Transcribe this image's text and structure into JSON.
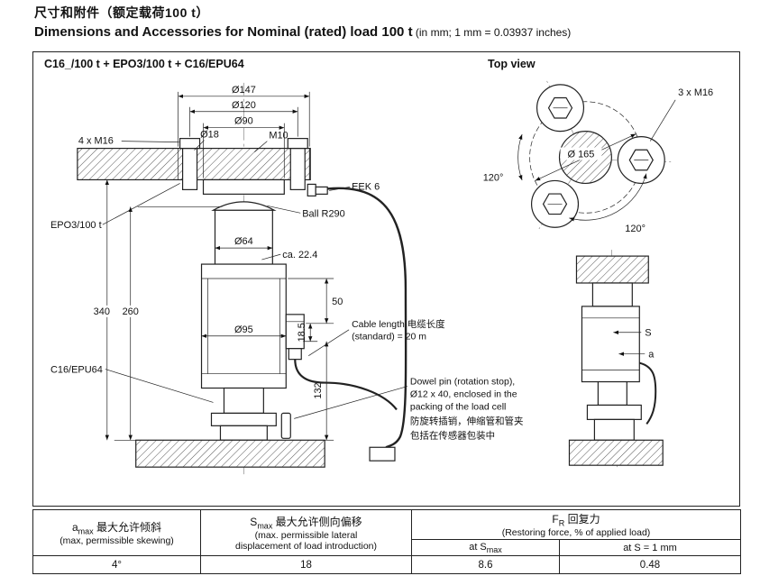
{
  "page": {
    "title_zh": "尺寸和附件（额定载荷100 t）",
    "title_en": "Dimensions and Accessories for Nominal (rated) load 100 t",
    "title_note": " (in mm; 1 mm = 0.03937 inches)"
  },
  "drawing": {
    "assembly_label": "C16_/100 t + EPO3/100 t + C16/EPU64",
    "top_view_label": "Top view",
    "dims": {
      "d147": "Ø147",
      "d120": "Ø120",
      "d90": "Ø90",
      "d18": "Ø18",
      "bolts": "4 x M16",
      "m10": "M10",
      "eek6": "EEK 6",
      "ball": "Ball R290",
      "epo3": "EPO3/100 t",
      "d64": "Ø64",
      "ca224": "ca. 22.4",
      "h340": "340",
      "h260": "260",
      "d95": "Ø95",
      "h50": "50",
      "h185": "18.5",
      "h132": "132",
      "epu64": "C16/EPU64"
    },
    "notes": {
      "cable_line1": "Cable length 电缆长度",
      "cable_line2": "(standard) = 20 m",
      "dowel_line1": "Dowel pin (rotation stop),",
      "dowel_line2": "Ø12 x 40, enclosed in the",
      "dowel_line3": "packing of the load cell",
      "dowel_zh1": "防旋转插销，伸缩管和管夹",
      "dowel_zh2": "包括在传感器包装中"
    },
    "top_view": {
      "bolts": "3 x M16",
      "d165": "Ø 165",
      "angle_left": "120°",
      "angle_right": "120°"
    },
    "side_view": {
      "s": "S",
      "a": "a"
    }
  },
  "table": {
    "col_skew": {
      "sym": "a",
      "sub": "max",
      "zh": "最大允许倾斜",
      "en": "(max, permissible skewing)",
      "value": "4°"
    },
    "col_lateral": {
      "sym": "S",
      "sub": "max",
      "zh": "最大允许侧向偏移",
      "en1": "(max. permissible lateral",
      "en2": "displacement of load introduction)",
      "value": "18"
    },
    "col_restoring": {
      "sym": "F",
      "sub": "R",
      "zh": "回复力",
      "en": "(Restoring force, % of applied load)",
      "at_smax_pre": "at S",
      "at_smax_sub": "max",
      "at_s1": "at S = 1 mm",
      "value_smax": "8.6",
      "value_s1": "0.48"
    }
  }
}
